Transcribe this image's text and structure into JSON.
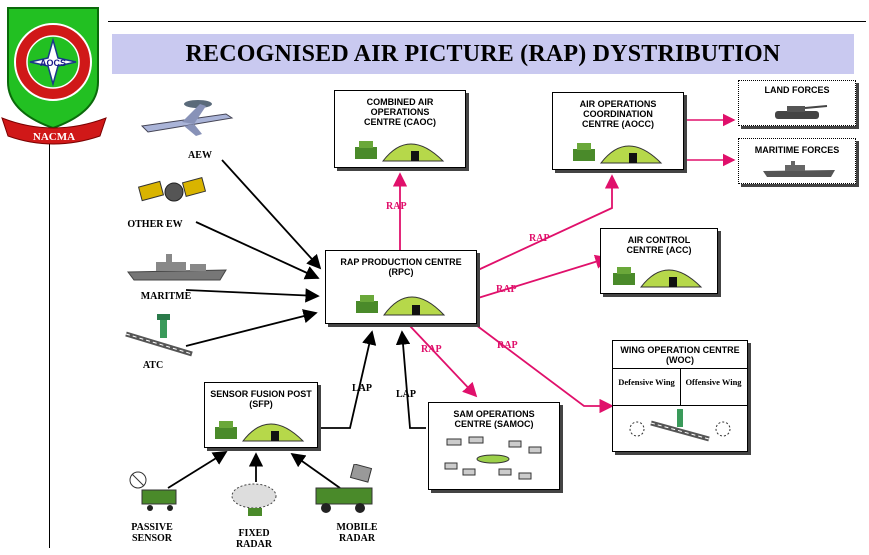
{
  "title": "RECOGNISED AIR PICTURE (RAP) DYSTRIBUTION",
  "logo": {
    "emblem_text": "AOCS",
    "banner_text": "NACMA"
  },
  "sources": {
    "aew": "AEW",
    "other_ew": "OTHER EW",
    "maritime": "MARITME",
    "atc": "ATC",
    "passive_sensor": "PASSIVE\nSENSOR",
    "fixed_radar": "FIXED\nRADAR",
    "mobile_radar": "MOBILE\nRADAR"
  },
  "nodes": {
    "rpc": "RAP PRODUCTION CENTRE\n(RPC)",
    "caoc": "COMBINED AIR\nOPERATIONS\nCENTRE (CAOC)",
    "aocc": "AIR OPERATIONS\nCOORDINATION\nCENTRE (AOCC)",
    "acc": "AIR CONTROL\nCENTRE (ACC)",
    "sfp": "SENSOR FUSION POST\n(SFP)",
    "samoc": "SAM OPERATIONS\nCENTRE (SAMOC)",
    "woc": "WING OPERATION CENTRE\n(WOC)",
    "woc_defensive": "Defensive Wing",
    "woc_offensive": "Offensive Wing",
    "land_forces": "LAND FORCES",
    "maritime_forces": "MARITIME FORCES"
  },
  "links": {
    "lap_sfp": "LAP",
    "lap_samoc": "LAP",
    "rap_caoc": "RAP",
    "rap_aocc": "RAP",
    "rap_acc": "RAP",
    "rap_samoc": "RAP",
    "rap_woc": "RAP"
  },
  "colors": {
    "title_bg": "#c9c9f0",
    "rap_arrow": "#e0106b",
    "logo_green": "#22c022",
    "logo_red": "#d01818"
  }
}
